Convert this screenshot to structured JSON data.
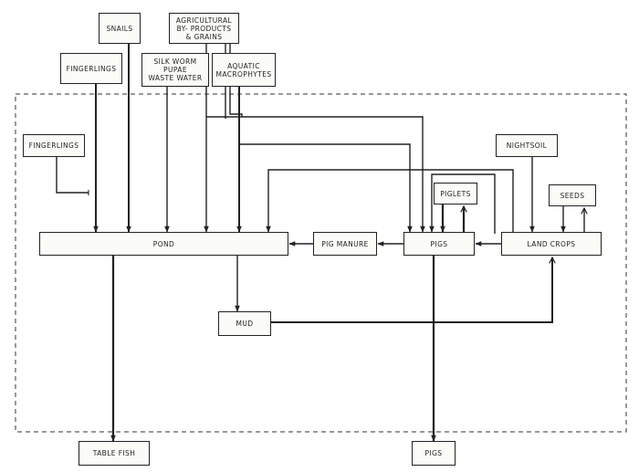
{
  "diagram": {
    "nodes": {
      "fingerlings_top": "FINGERLINGS",
      "snails": "SNAILS",
      "agricultural": "AGRICULTURAL\nBY- PRODUCTS\n& GRAINS",
      "silkworm": "SILK WORM\nPUPAE\nWASTE WATER",
      "aquatic": "AQUATIC\nMACROPHYTES",
      "fingerlings_left": "FINGERLINGS",
      "nightsoil": "NIGHTSOIL",
      "piglets": "PIGLETS",
      "seeds": "SEEDS",
      "pond": "POND",
      "pig_manure": "PIG MANURE",
      "pigs": "PIGS",
      "land_crops": "LAND CROPS",
      "mud": "MUD",
      "table_fish": "TABLE FISH",
      "pigs_out": "PIGS"
    },
    "colors": {
      "line": "#222222",
      "box_fill": "#fbfbf8",
      "background": "#ffffff"
    }
  }
}
